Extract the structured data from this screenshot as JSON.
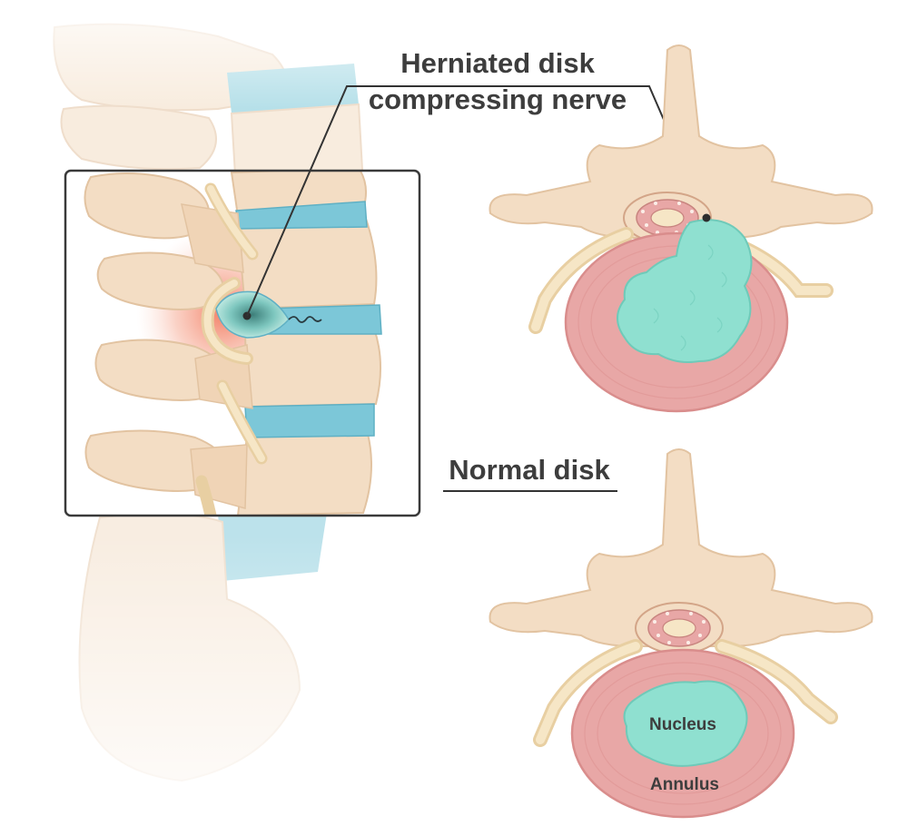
{
  "labels": {
    "herniated_line1": "Herniated disk",
    "herniated_line2": "compressing nerve",
    "normal_disk": "Normal disk",
    "nucleus": "Nucleus",
    "annulus": "Annulus"
  },
  "colors": {
    "bone": "#f3ddc4",
    "bone_outline": "#e2c3a1",
    "disk_blue": "#7cc7d8",
    "annulus_pink": "#e8a7a6",
    "nucleus_mint": "#8fe0d0",
    "nerve": "#f2deb8",
    "inflammation": "#f07a5a",
    "text": "#3d3d3d",
    "frame": "#3a3a3a"
  }
}
